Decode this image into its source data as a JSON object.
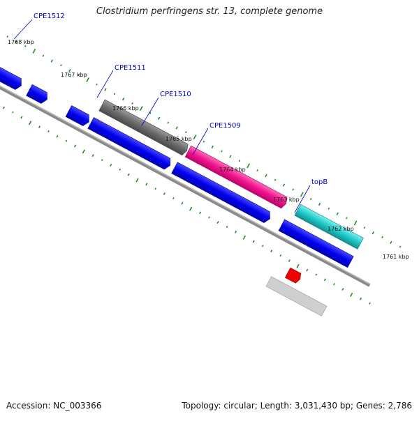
{
  "title": "Clostridium perfringens str. 13, complete genome",
  "footer": {
    "accession": "Accession: NC_003366",
    "summary": "Topology: circular; Length: 3,031,430 bp; Genes: 2,786"
  },
  "ticks": [
    "1768 kbp",
    "1767 kbp",
    "1766 kbp",
    "1765 kbp",
    "1764 kbp",
    "1763 kbp",
    "1762 kbp",
    "1761 kbp"
  ],
  "genes": [
    {
      "name": "CPE1512",
      "color": "#0000ee"
    },
    {
      "name": "CPE1511",
      "color": "#0000ee"
    },
    {
      "name": "CPE1510",
      "color": "#0000ee"
    },
    {
      "name": "CPE1509",
      "color": "#0000ee"
    },
    {
      "name": "topB",
      "color": "#0000ee"
    }
  ],
  "colors": {
    "cds_blue": "#0000ee",
    "gene_gray": "#666666",
    "topB_pink": "#f0148c",
    "teal": "#20c8c8",
    "red": "#ee0000",
    "light_gray": "#c8c8c8",
    "backbone": "#808080",
    "tick_green": "#228b22",
    "label_blue": "#0000cc"
  }
}
